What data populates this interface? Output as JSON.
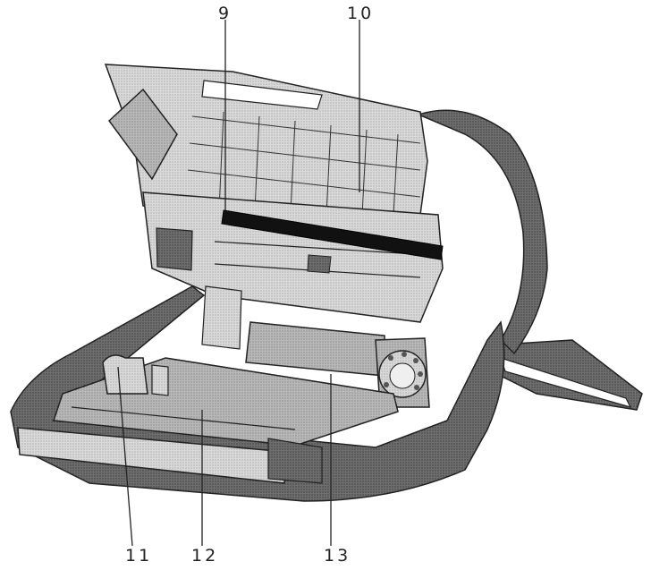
{
  "figure": {
    "callouts": [
      {
        "id": "9",
        "label": "9"
      },
      {
        "id": "10",
        "label": "10"
      },
      {
        "id": "11",
        "label": "11"
      },
      {
        "id": "12",
        "label": "12"
      },
      {
        "id": "13",
        "label": "13"
      }
    ],
    "colors": {
      "shell": "#6e6e6e",
      "shell_dark": "#4a4a4a",
      "body_light": "#dcdcdc",
      "body_mid": "#bdbdbd",
      "roller": "#111111",
      "line": "#222222",
      "background": "#ffffff"
    }
  }
}
